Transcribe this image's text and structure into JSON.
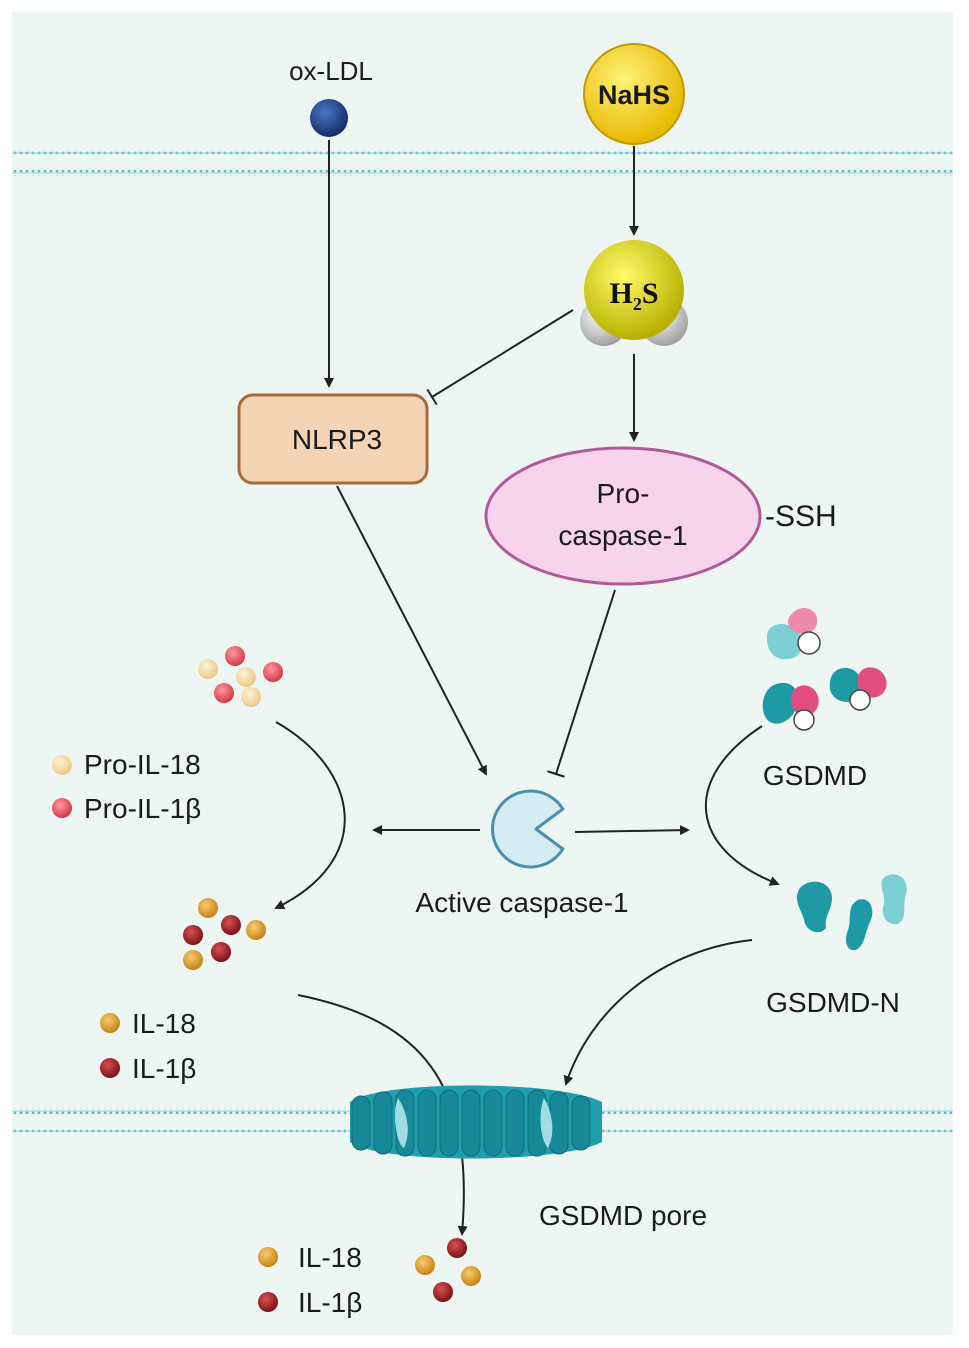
{
  "labels": {
    "ox_ldl": "ox-LDL",
    "nahs": "NaHS",
    "h2s_main": "H",
    "h2s_sub": "2",
    "h2s_end": "S",
    "nlrp3": "NLRP3",
    "procasp_line1": "Pro-",
    "procasp_line2": "caspase-1",
    "ssh": "-SSH",
    "active_caspase": "Active caspase-1",
    "gsdmd": "GSDMD",
    "gsdmd_n": "GSDMD-N",
    "gsdmd_pore": "GSDMD pore"
  },
  "legend_pro": [
    {
      "label": "Pro-IL-18",
      "color": "#f6dca0"
    },
    {
      "label": "Pro-IL-1β",
      "color": "#e8505a"
    }
  ],
  "legend_mature": [
    {
      "label": "IL-18",
      "color": "#e0a030"
    },
    {
      "label": "IL-1β",
      "color": "#a01e24"
    }
  ],
  "legend_released": [
    {
      "label": "IL-18",
      "color": "#e0a030"
    },
    {
      "label": "IL-1β",
      "color": "#a01e24"
    }
  ],
  "colors": {
    "background": "#eef6f3",
    "membrane": "#5ab8c4",
    "nlrp3_fill": "#f4d4b4",
    "nlrp3_stroke": "#a86a3c",
    "procasp_fill": "#f7d3ec",
    "procasp_stroke": "#b05a98",
    "caspase_fill": "#d6ecf3",
    "caspase_stroke": "#4a8fb0",
    "nahs_fill": "#f8d21a",
    "h2s_fill": "#ece200",
    "oxldl_fill": "#1f4a9a",
    "gsdmd_teal": "#1e9aa6",
    "gsdmd_pink": "#e04f80",
    "pore_teal": "#1f9fae"
  },
  "icons": {
    "ox_ldl": "ox-ldl-particle-icon",
    "nahs": "nahs-sphere-icon",
    "h2s": "h2s-molecule-icon",
    "active_caspase": "pacman-caspase-icon",
    "gsdmd": "gsdmd-protein-icon",
    "pore": "gsdmd-pore-icon"
  }
}
